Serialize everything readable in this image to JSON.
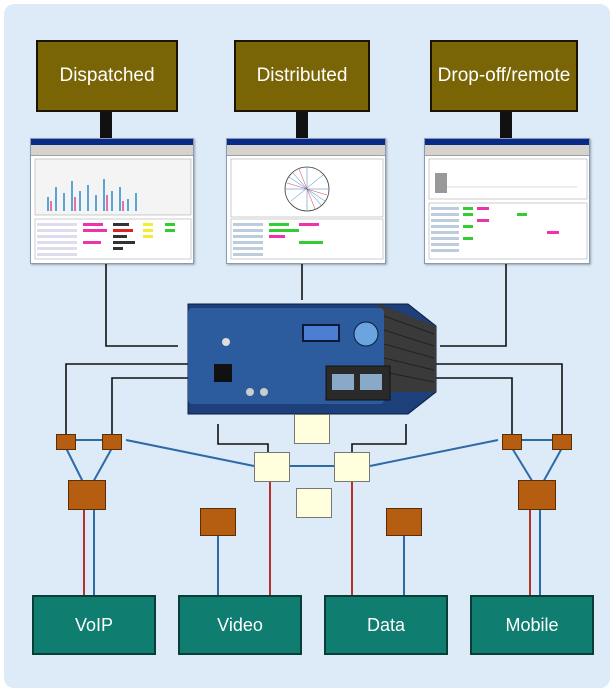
{
  "top_boxes": {
    "dispatched": "Dispatched",
    "distributed": "Distributed",
    "dropoff": "Drop-off/remote"
  },
  "bottom_boxes": {
    "voip": "VoIP",
    "video": "Video",
    "data": "Data",
    "mobile": "Mobile"
  },
  "colors": {
    "background": "#dcebf7",
    "top_box": "#7a6506",
    "bottom_box": "#0f7d6f",
    "node": "#b55e11",
    "tap": "#ffffde",
    "blue_link": "#2e6aa6",
    "red_link": "#b8302a",
    "black_link": "#111111"
  }
}
